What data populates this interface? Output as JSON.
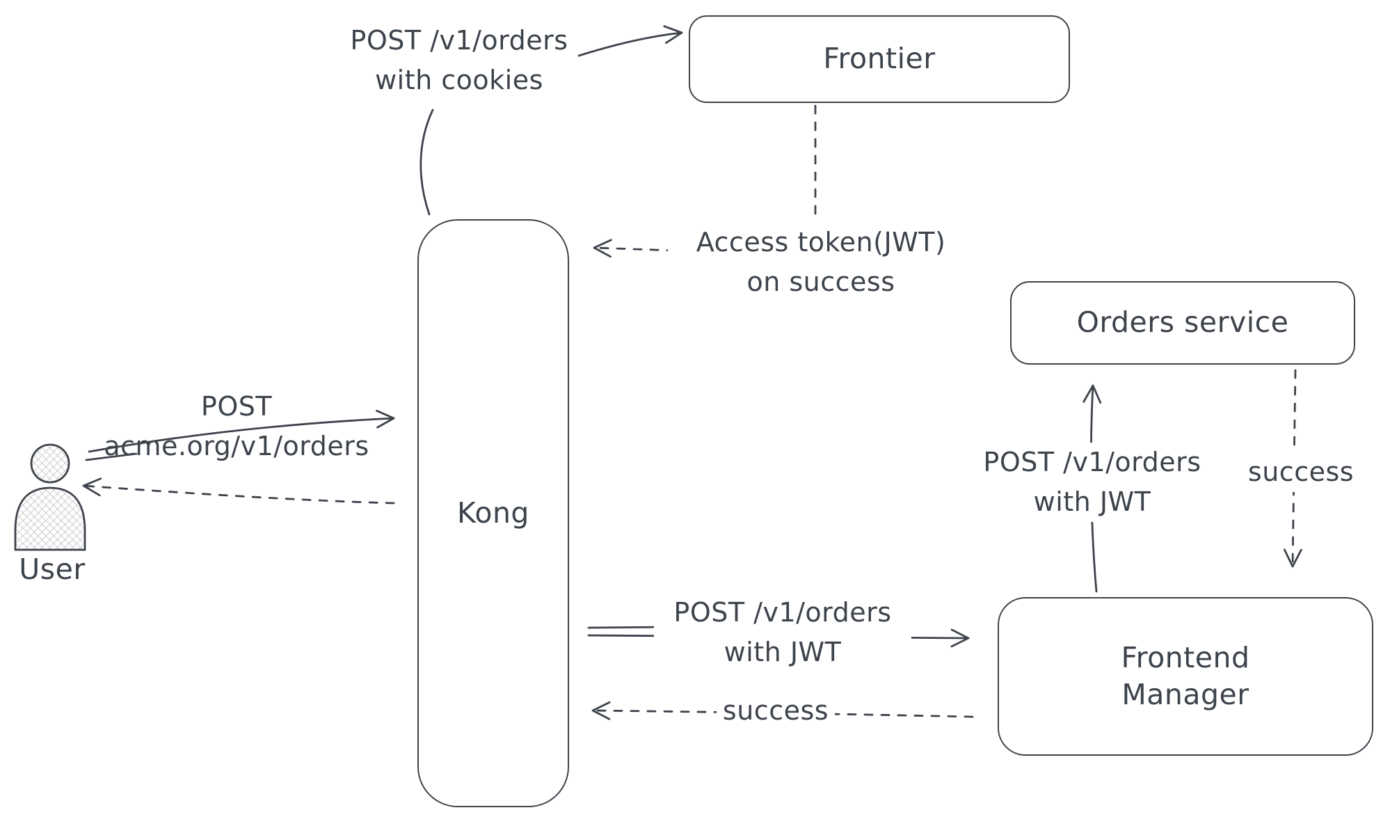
{
  "nodes": {
    "frontier": {
      "label": "Frontier"
    },
    "kong": {
      "label": "Kong"
    },
    "orders_service": {
      "label": "Orders service"
    },
    "frontend_manager": {
      "label": "Frontend\nManager"
    },
    "user": {
      "label": "User"
    }
  },
  "edges": {
    "kong_to_frontier": {
      "label": "POST /v1/orders\nwith cookies",
      "style": "solid"
    },
    "frontier_to_kong": {
      "label": "Access token(JWT)\non success",
      "style": "dashed"
    },
    "user_to_kong": {
      "label": "POST\nacme.org/v1/orders",
      "style": "solid"
    },
    "kong_to_user": {
      "label": "",
      "style": "dashed"
    },
    "kong_to_frontend_manager": {
      "label": "POST /v1/orders\nwith JWT",
      "style": "solid"
    },
    "frontend_manager_to_kong": {
      "label": "success",
      "style": "dashed"
    },
    "frontend_manager_to_orders_service": {
      "label": "POST /v1/orders\nwith JWT",
      "style": "solid"
    },
    "orders_service_to_frontend_manager": {
      "label": "success",
      "style": "dashed"
    }
  },
  "colors": {
    "stroke": "#3d434b",
    "background": "#ffffff",
    "hatch": "#d0d0d0"
  }
}
